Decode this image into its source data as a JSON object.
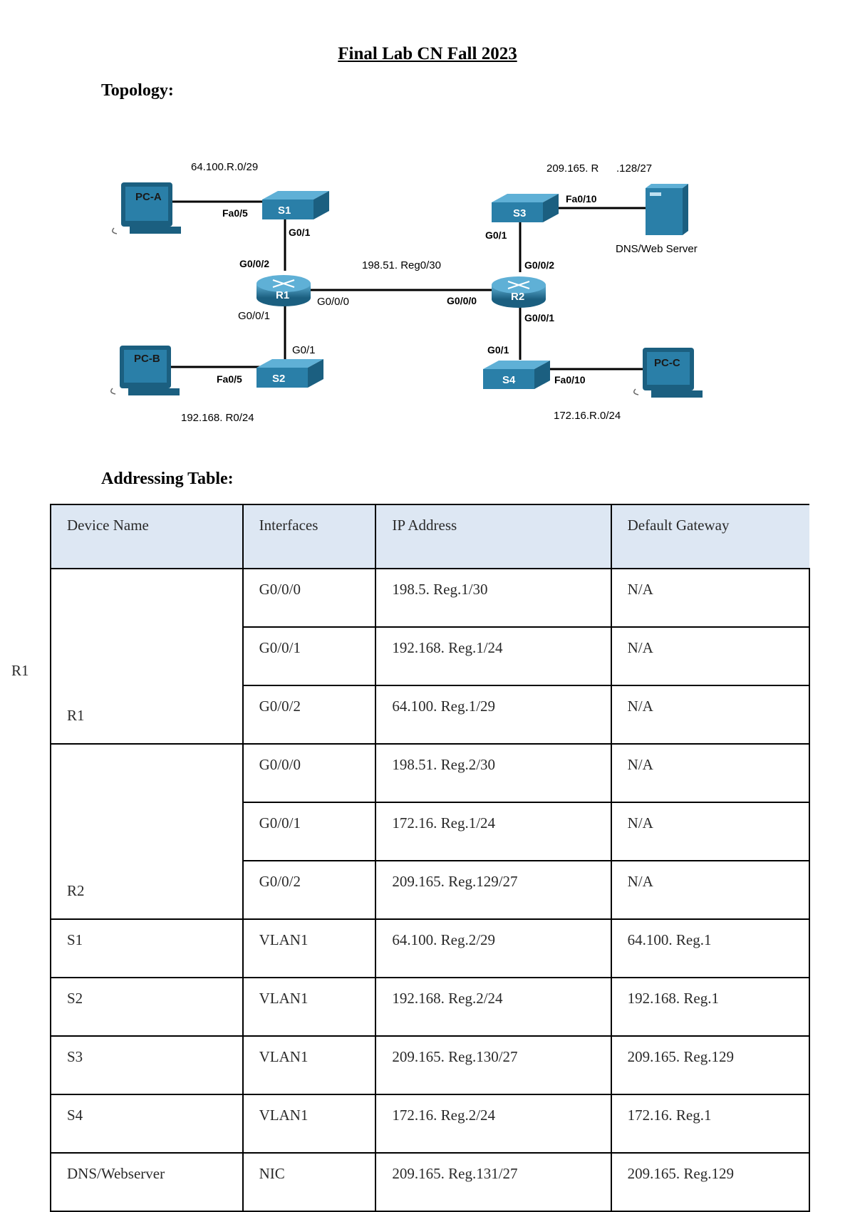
{
  "page": {
    "title": "Final Lab CN Fall 2023",
    "topology_heading": "Topology:",
    "addressing_heading": "Addressing Table:",
    "side_label": "R1"
  },
  "topology": {
    "net_s1": "64.100.R.0/29",
    "net_s3_a": "209.165. R",
    "net_s3_b": ".128/27",
    "net_wan": "198.51. Reg0/30",
    "net_s2": "192.168. R0/24",
    "net_s4": "172.16.R.0/24",
    "devices": {
      "pca": "PC-A",
      "pcb": "PC-B",
      "pcc": "PC-C",
      "s1": "S1",
      "s2": "S2",
      "s3": "S3",
      "s4": "S4",
      "r1": "R1",
      "r2": "R2",
      "server": "DNS/Web Server"
    },
    "ports": {
      "s1_fa": "Fa0/5",
      "s1_g": "G0/1",
      "r1_g002": "G0/0/2",
      "r1_g000": "G0/0/0",
      "r1_g001": "G0/0/1",
      "s2_g": "G0/1",
      "s2_fa": "Fa0/5",
      "s3_fa": "Fa0/10",
      "s3_g": "G0/1",
      "r2_g002": "G0/0/2",
      "r2_g000": "G0/0/0",
      "r2_g001": "G0/0/1",
      "s4_g": "G0/1",
      "s4_fa": "Fa0/10"
    },
    "colors": {
      "device_blue": "#2a7fa8",
      "device_dark": "#1b5f80",
      "device_light": "#5fb0d6"
    }
  },
  "table": {
    "headers": [
      "Device Name",
      "Interfaces",
      "IP Address",
      "Default Gateway"
    ],
    "r1": {
      "name": "R1",
      "rows": [
        [
          "G0/0/0",
          "198.5. Reg.1/30",
          "N/A"
        ],
        [
          "G0/0/1",
          "192.168. Reg.1/24",
          "N/A"
        ],
        [
          "G0/0/2",
          "64.100. Reg.1/29",
          "N/A"
        ]
      ]
    },
    "r2": {
      "name": "R2",
      "rows": [
        [
          "G0/0/0",
          "198.51. Reg.2/30",
          "N/A"
        ],
        [
          "G0/0/1",
          "172.16. Reg.1/24",
          "N/A"
        ],
        [
          "G0/0/2",
          "209.165. Reg.129/27",
          "N/A"
        ]
      ]
    },
    "others": [
      [
        "S1",
        "VLAN1",
        "64.100. Reg.2/29",
        "64.100. Reg.1"
      ],
      [
        "S2",
        "VLAN1",
        "192.168. Reg.2/24",
        "192.168. Reg.1"
      ],
      [
        "S3",
        "VLAN1",
        "209.165. Reg.130/27",
        "209.165. Reg.129"
      ],
      [
        "S4",
        "VLAN1",
        "172.16. Reg.2/24",
        "172.16. Reg.1"
      ],
      [
        "DNS/Webserver",
        "NIC",
        "209.165. Reg.131/27",
        "209.165. Reg.129"
      ]
    ]
  }
}
